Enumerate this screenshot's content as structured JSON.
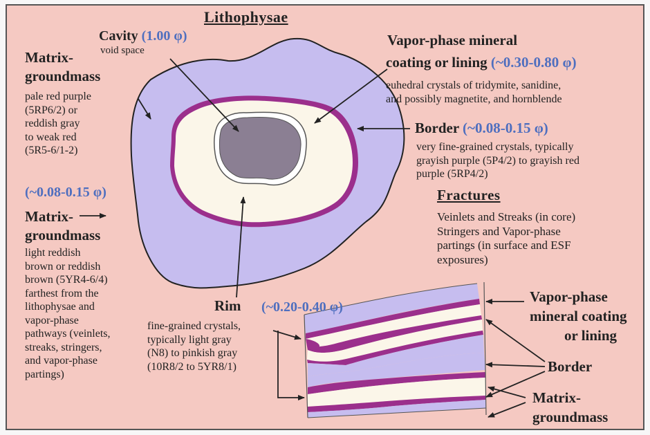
{
  "title": "Lithophysae",
  "cavity": {
    "label": "Cavity",
    "phi": "(1.00 φ)",
    "desc": "void space"
  },
  "vapor_lining": {
    "label_line1": "Vapor-phase mineral",
    "label_line2": "coating or lining",
    "phi": "(~0.30-0.80 φ)",
    "desc": [
      "euhedral crystals of tridymite, sanidine,",
      "and possibly magnetite, and hornblende"
    ]
  },
  "matrix_top": {
    "label": [
      "Matrix-",
      "groundmass"
    ],
    "desc": [
      "pale red purple",
      "(5RP6/2) or",
      "reddish gray",
      "to weak red",
      "(5R5-6/1-2)"
    ]
  },
  "border": {
    "label": "Border",
    "phi": "(~0.08-0.15 φ)",
    "desc": [
      "very fine-grained crystals, typically",
      "grayish purple (5P4/2) to grayish red",
      "purple (5RP4/2)"
    ]
  },
  "matrix_outer": {
    "phi": "(~0.08-0.15 φ)",
    "label": [
      "Matrix-",
      "groundmass"
    ],
    "desc": [
      "light reddish",
      "brown or reddish",
      "brown (5YR4-6/4)",
      "farthest from the",
      "lithophysae and",
      "vapor-phase",
      "pathways (veinlets,",
      "streaks, stringers,",
      "and vapor-phase",
      "partings)"
    ]
  },
  "fractures": {
    "title": "Fractures",
    "desc": [
      "Veinlets and Streaks (in core)",
      "Stringers and Vapor-phase",
      "partings (in surface and ESF",
      "exposures)"
    ]
  },
  "rim": {
    "label": "Rim",
    "phi": "(~0.20-0.40 φ)",
    "desc": [
      "fine-grained crystals,",
      "typically light gray",
      "(N8) to pinkish gray",
      "(10R8/2 to 5YR8/1)"
    ]
  },
  "fracture_labels": {
    "vapor": [
      "Vapor-phase",
      "mineral coating",
      "or lining"
    ],
    "border": "Border",
    "matrix": [
      "Matrix-",
      "groundmass"
    ]
  },
  "colors": {
    "background": "#f5c9c2",
    "matrix": "#c6bdef",
    "border": "#9b2f8c",
    "rim": "#fbf6e9",
    "cavity": "#8b7f93",
    "phi_text": "#4f6fbf"
  }
}
